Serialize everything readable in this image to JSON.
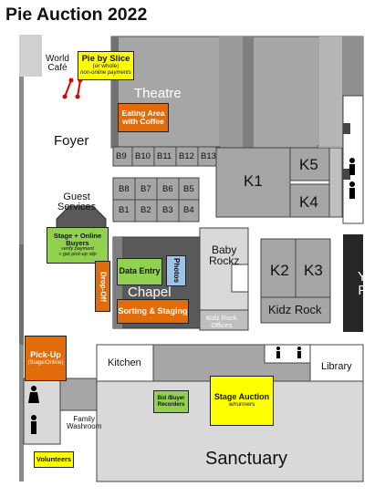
{
  "title": "Pie Auction 2022",
  "rooms": {
    "world_cafe": "World\nCafé",
    "theatre": "Theatre",
    "foyer": "Foyer",
    "guest_services": "Guest\nServices",
    "k1": "K1",
    "k2": "K2",
    "k3": "K3",
    "k4": "K4",
    "k5": "K5",
    "b1": "B1",
    "b2": "B2",
    "b3": "B3",
    "b4": "B4",
    "b5": "B5",
    "b6": "B6",
    "b7": "B7",
    "b8": "B8",
    "b9": "B9",
    "b10": "B10",
    "b11": "B11",
    "b12": "B12",
    "b13": "B13",
    "baby_rockz": "Baby\nRockz",
    "kidz_rock": "Kidz Rock",
    "kidz_rock_offices": "Kidz Rock\nOffices",
    "chapel": "Chapel",
    "kitchen": "Kitchen",
    "library": "Library",
    "family_washroom": "Family\nWashroom",
    "sanctuary": "Sanctuary",
    "edge_letter": "Y\nF"
  },
  "stations": {
    "pie_by_slice": {
      "title": "Pie by Slice",
      "sub1": "(or whole)",
      "sub2": "non-online payments"
    },
    "eating_area": {
      "title": "Eating Area\nwith Coffee"
    },
    "stage_online_buyers": {
      "title": "Stage + Online\nBuyers",
      "sub1": "verify payment",
      "sub2": "+ get pick-up slip"
    },
    "data_entry": {
      "title": "Data Entry"
    },
    "photos": {
      "title": "Photos"
    },
    "drop_off": {
      "title": "Drop-Off"
    },
    "sorting_staging": {
      "title": "Sorting & Staging"
    },
    "pick_up": {
      "title": "Pick-Up",
      "sub1": "(Stage/Online)"
    },
    "bid_buyer_recorders": {
      "title": "Bid /Buyer\nRecorders"
    },
    "stage_auction": {
      "title": "Stage Auction",
      "sub1": "w/runners"
    },
    "volunteers": {
      "title": "Volunteers"
    }
  },
  "colors": {
    "yellow": "#ffff00",
    "orange": "#e36c0a",
    "green": "#92d050",
    "blue": "#9dc3e6",
    "room_gray": "#a6a6a6",
    "dark_gray": "#595959",
    "light_gray": "#d9d9d9"
  },
  "icons": [
    "washroom-person-icon",
    "stanchion-barrier-icon"
  ]
}
